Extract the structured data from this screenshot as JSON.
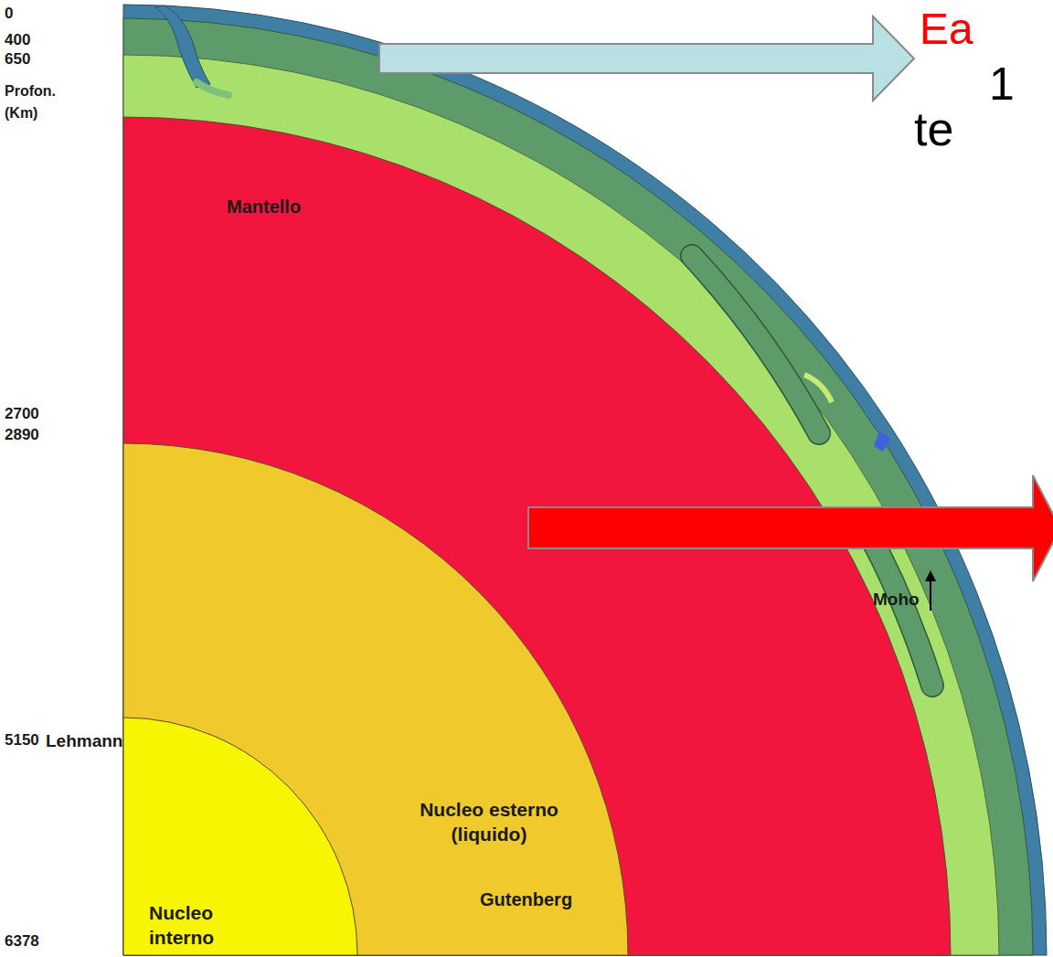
{
  "diagram": {
    "nodes": [
      {
        "text": [
          "Mantello"
        ]
      },
      {
        "text": [
          "Nucleo esterno (liquido)"
        ],
        "in": 0
      },
      {
        "text": [
          "Nucleo interno"
        ],
        "in": 1
      }
    ],
    "labels": [
      "0",
      "400",
      "650",
      "Profon. (Km)",
      "2700",
      "2890",
      "5150",
      "6378",
      "Lehmann",
      "Gutenberg",
      "Moho",
      "Ea",
      "1",
      "te"
    ]
  }
}
